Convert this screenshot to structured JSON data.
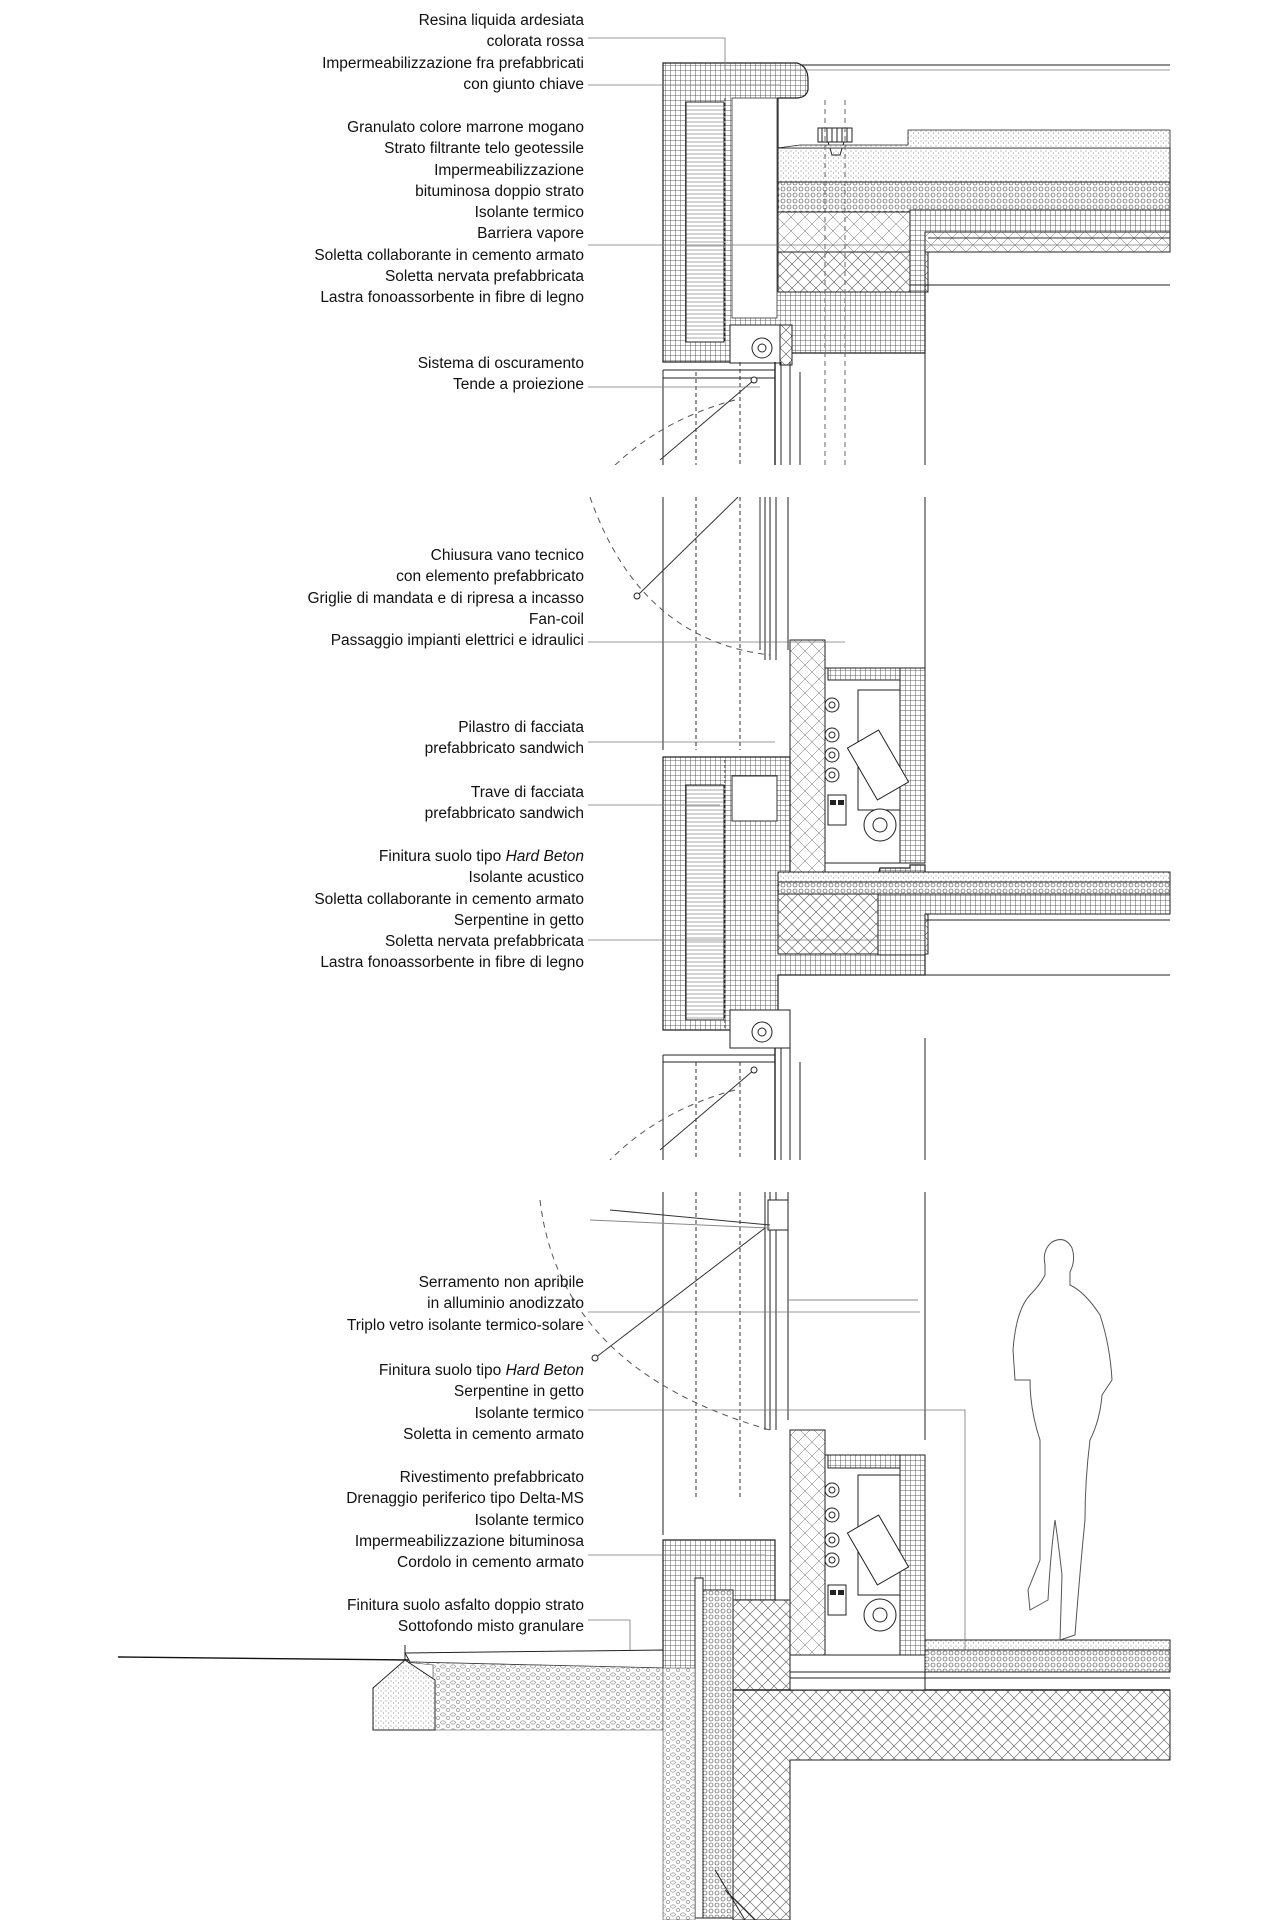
{
  "colors": {
    "ink": "#1a1a1a",
    "leader": "#777777",
    "hatch": "#333333"
  },
  "label_groups": [
    {
      "id": "roof-edge",
      "lines": [
        "Resina liquida ardesiata",
        "colorata rossa",
        "Impermeabilizzazione fra prefabbricati",
        "con giunto chiave"
      ]
    },
    {
      "id": "roof-layers",
      "lines": [
        "Granulato colore marrone mogano",
        "Strato filtrante telo geotessile",
        "Impermeabilizzazione",
        "bituminosa doppio strato",
        "Isolante termico",
        "Barriera vapore",
        "Soletta collaborante in cemento armato",
        "Soletta nervata prefabbricata",
        "Lastra fonoassorbente in fibre di legno"
      ]
    },
    {
      "id": "shading",
      "lines": [
        "Sistema di oscuramento",
        "Tende a proiezione"
      ]
    },
    {
      "id": "technical-void",
      "lines": [
        "Chiusura vano tecnico",
        "con elemento prefabbricato",
        "Griglie di mandata e di ripresa a incasso",
        "Fan-coil",
        "Passaggio impianti elettrici e idraulici"
      ]
    },
    {
      "id": "facade-pillar",
      "lines": [
        "Pilastro di facciata",
        "prefabbricato sandwich"
      ]
    },
    {
      "id": "facade-beam",
      "lines": [
        "Trave di facciata",
        "prefabbricato sandwich"
      ]
    },
    {
      "id": "intermediate-floor",
      "lines": [
        "Finitura suolo tipo ",
        "Isolante acustico",
        "Soletta collaborante in cemento armato",
        "Serpentine in getto",
        "Soletta nervata prefabbricata",
        "Lastra fonoassorbente in fibre di legno"
      ],
      "italic_suffix": "Hard Beton"
    },
    {
      "id": "window",
      "lines": [
        "Serramento non apribile",
        "in alluminio anodizzato",
        "Triplo vetro isolante termico-solare"
      ]
    },
    {
      "id": "ground-floor",
      "lines": [
        "Finitura suolo tipo ",
        "Serpentine in getto",
        "Isolante termico",
        "Soletta in cemento armato"
      ],
      "italic_suffix": "Hard Beton"
    },
    {
      "id": "base-cladding",
      "lines": [
        "Rivestimento prefabbricato",
        "Drenaggio periferico tipo Delta-MS",
        "Isolante termico",
        "Impermeabilizzazione bituminosa",
        "Cordolo in cemento armato"
      ]
    },
    {
      "id": "exterior-paving",
      "lines": [
        "Finitura suolo asfalto doppio strato",
        "Sottofondo misto granulare"
      ]
    }
  ]
}
